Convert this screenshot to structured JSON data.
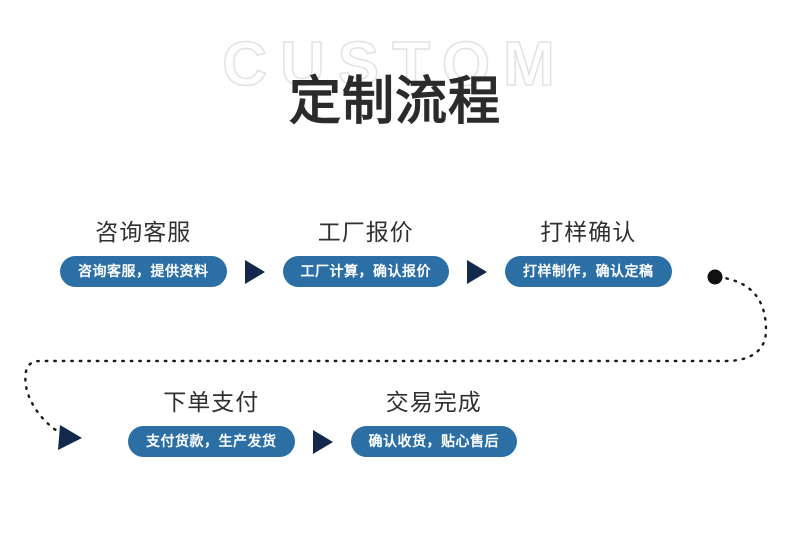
{
  "header": {
    "watermark": "CUSTOM",
    "title": "定制流程"
  },
  "colors": {
    "pill_blue": "#2b6fa4",
    "arrow_navy": "#13294b",
    "title_gray": "#2b2b2b",
    "step_title_gray": "#303030",
    "watermark_gray": "#e2e2e2",
    "background": "#ffffff",
    "connector_dash": "#1a1a1a"
  },
  "flow": {
    "row1": [
      {
        "title": "咨询客服",
        "pill": "咨询客服，提供资料"
      },
      {
        "title": "工厂报价",
        "pill": "工厂计算，确认报价"
      },
      {
        "title": "打样确认",
        "pill": "打样制作，确认定稿"
      }
    ],
    "row2": [
      {
        "title": "下单支付",
        "pill": "支付货款，生产发货"
      },
      {
        "title": "交易完成",
        "pill": "确认收货，贴心售后"
      }
    ],
    "separator_icon": "triangle-right-arrow-icon",
    "connector_start_icon": "connector-start-dot-icon",
    "connector_end_icon": "connector-end-arrow-icon"
  }
}
